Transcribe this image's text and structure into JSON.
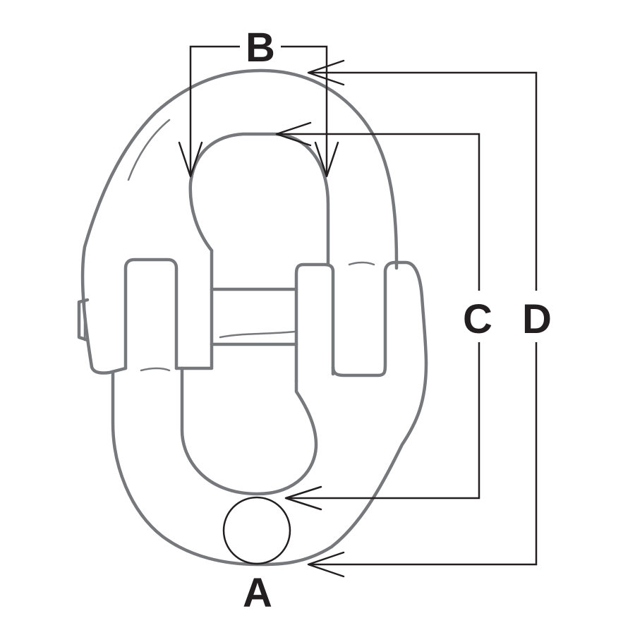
{
  "labels": {
    "a": "A",
    "b": "B",
    "c": "C",
    "d": "D"
  },
  "colors": {
    "outline": "#77787b",
    "dimension": "#231f20",
    "background": "#ffffff"
  }
}
